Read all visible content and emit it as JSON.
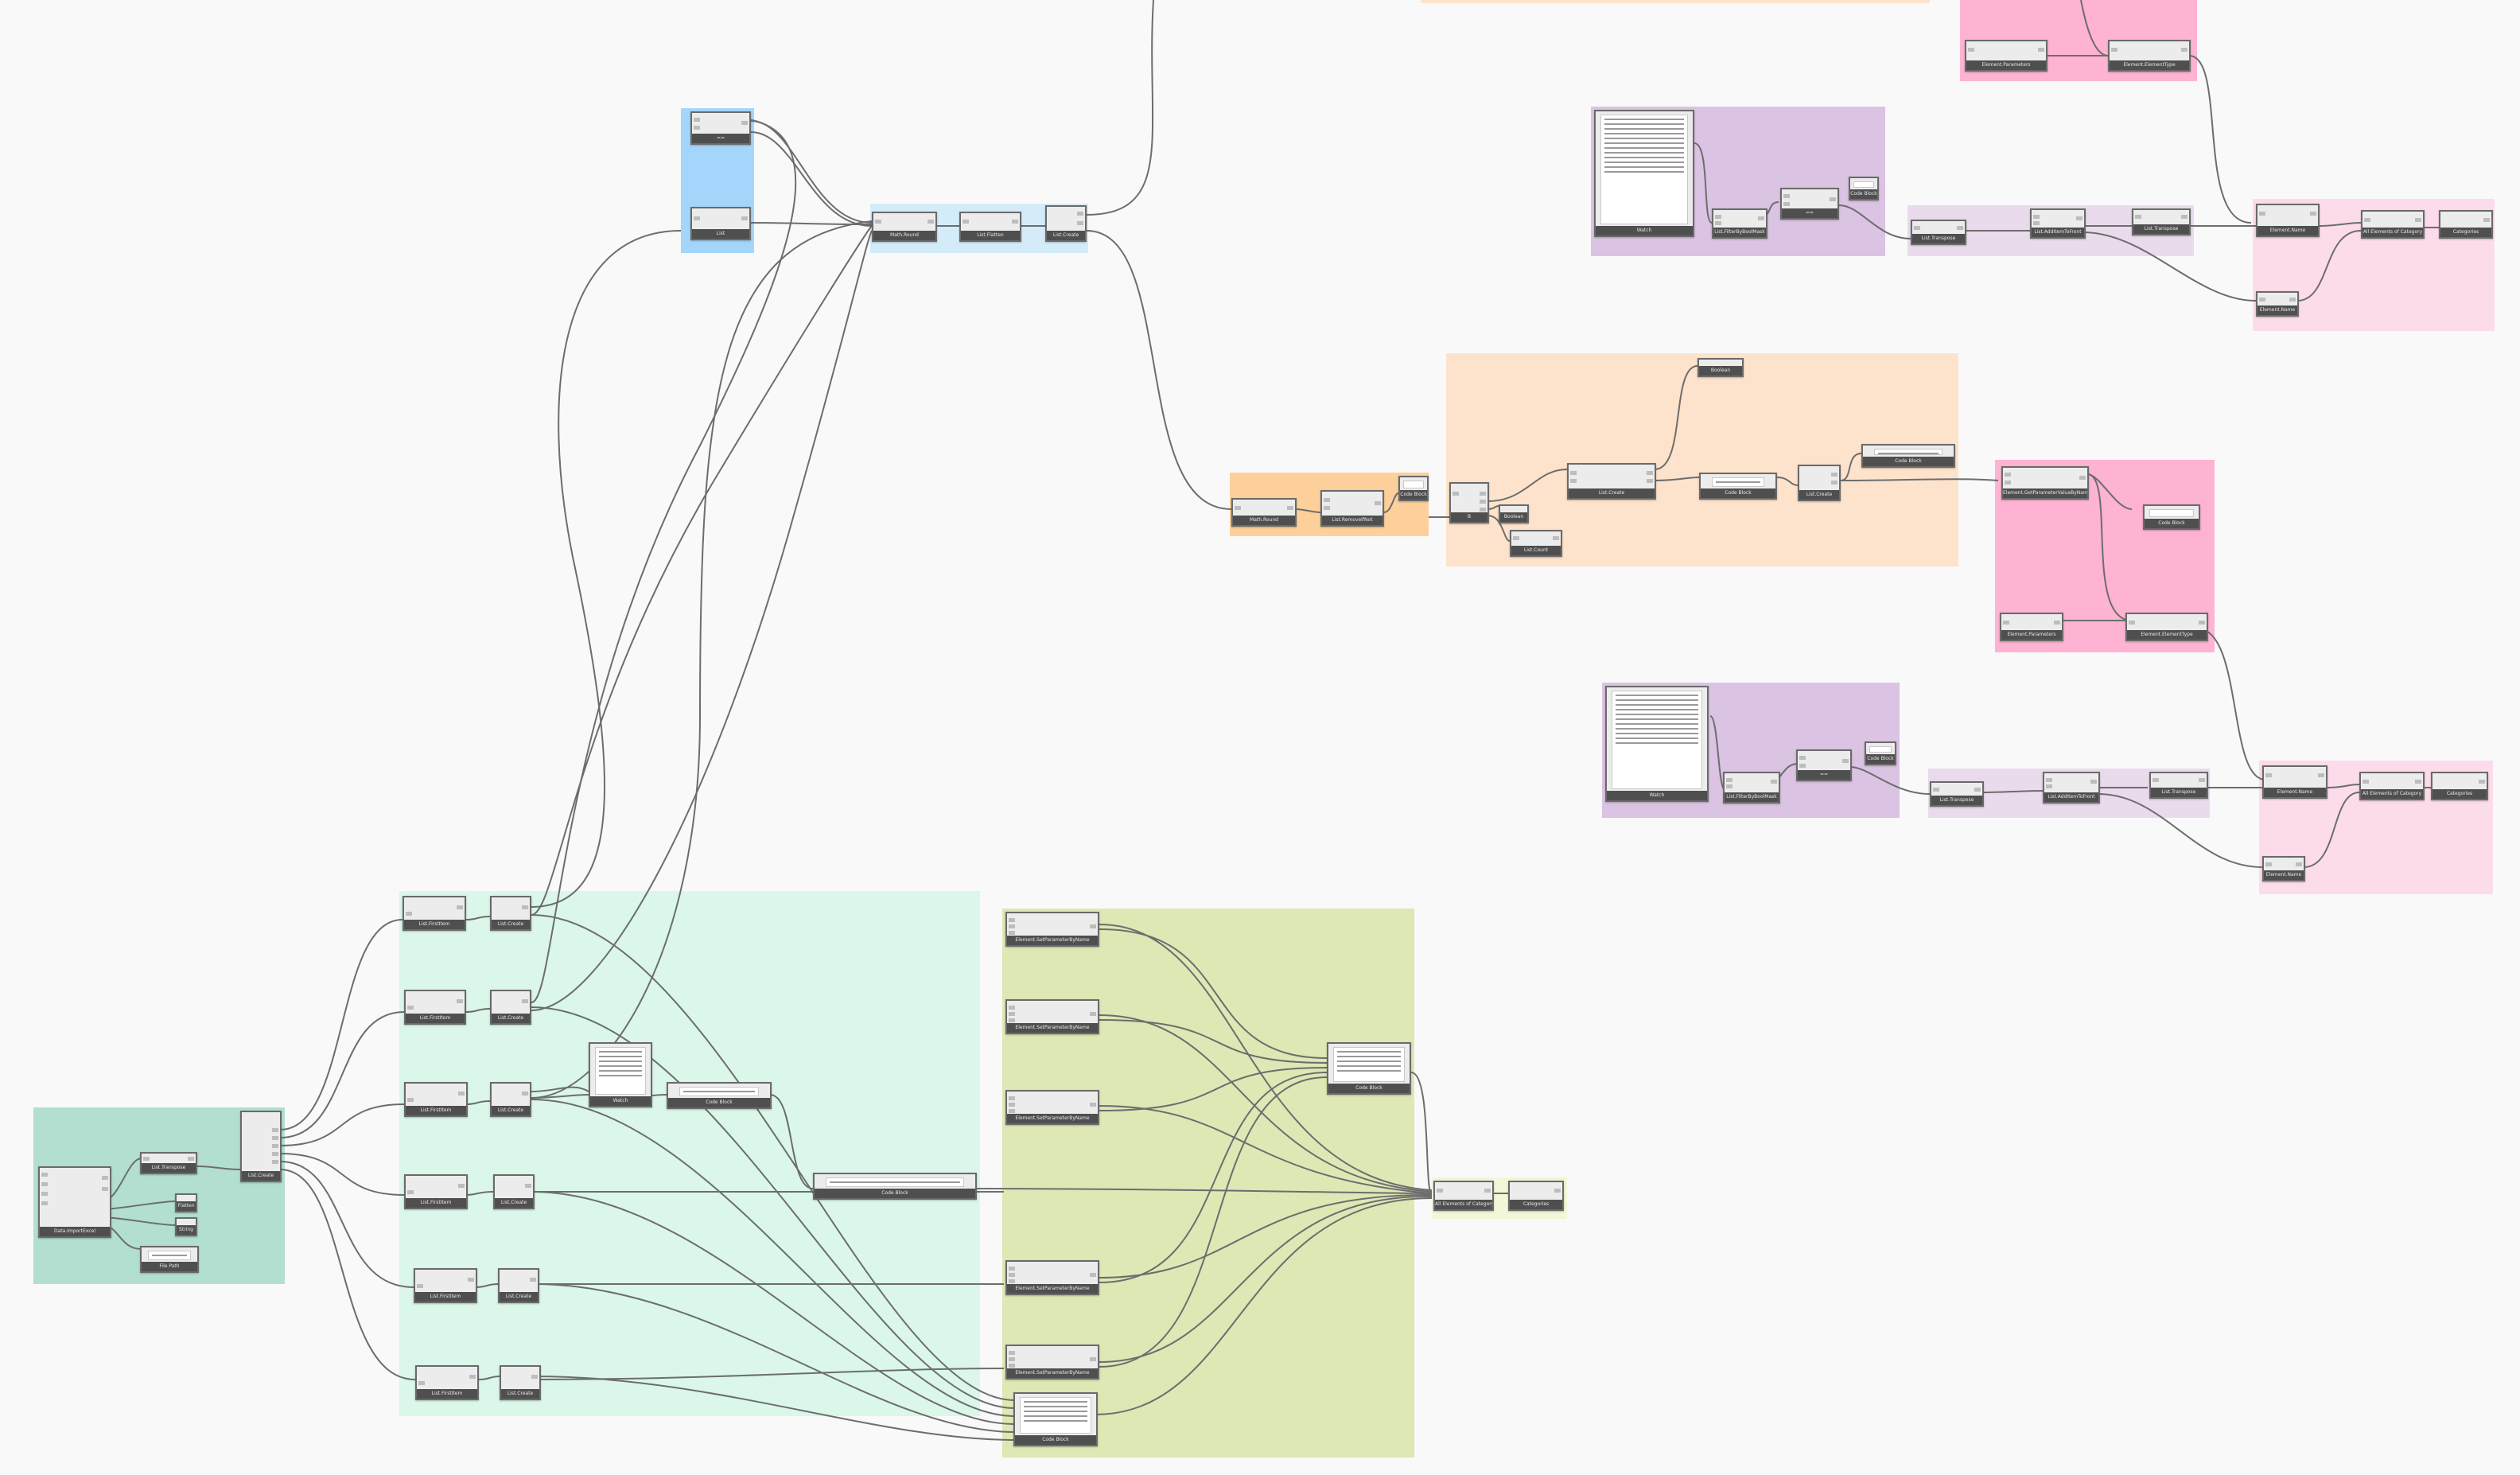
{
  "app": {
    "title": "Dynamo graph"
  },
  "colors": {
    "background": "#f9f9fa",
    "wire": "#6d6d6d",
    "node_title": "#4f4f4f",
    "group_teal": "#b2dfcf",
    "group_mint": "#daf7ea",
    "group_olive": "#dde8b5",
    "group_lightyellow": "#f3f7d8",
    "group_blue": "#a3d6fa",
    "group_lightblue": "#d4ecfa",
    "group_orange": "#fdd09b",
    "group_peach": "#fde3cb",
    "group_pink": "#fdb3d1",
    "group_lightpink": "#fcdcea",
    "group_purple": "#dbc3e3",
    "group_lavender": "#e9dbec"
  },
  "nodes": {
    "n01": {
      "title": "Data.ImportExcel"
    },
    "n02": {
      "title": "List.Transpose"
    },
    "n03": {
      "title": "Flatten"
    },
    "n04": {
      "title": "String"
    },
    "n05": {
      "title": "File Path"
    },
    "n06": {
      "title": "List.Create"
    },
    "n07": {
      "title": "List.FirstItem"
    },
    "n08": {
      "title": "List.Create"
    },
    "n09": {
      "title": "List.FirstItem"
    },
    "n10": {
      "title": "List.Create"
    },
    "n11": {
      "title": "List.FirstItem"
    },
    "n12": {
      "title": "List.Create"
    },
    "n13": {
      "title": "List.FirstItem"
    },
    "n14": {
      "title": "List.Create"
    },
    "n15": {
      "title": "List.FirstItem"
    },
    "n16": {
      "title": "List.Create"
    },
    "n17": {
      "title": "List.FirstItem"
    },
    "n18": {
      "title": "List.Create"
    },
    "n19": {
      "title": "Watch"
    },
    "n20": {
      "title": "Code Block"
    },
    "n21": {
      "title": "Code Block"
    },
    "n22": {
      "title": "Element.SetParameterByName"
    },
    "n23": {
      "title": "Element.SetParameterByName"
    },
    "n24": {
      "title": "Element.SetParameterByName"
    },
    "n25": {
      "title": "Element.SetParameterByName"
    },
    "n26": {
      "title": "Element.SetParameterByName"
    },
    "n27": {
      "title": "Code Block"
    },
    "n28": {
      "title": "Code Block"
    },
    "n29": {
      "title": "All Elements of Category"
    },
    "n30": {
      "title": "Categories"
    },
    "n31": {
      "title": "=="
    },
    "n32": {
      "title": "List"
    },
    "n33": {
      "title": "Math.Round"
    },
    "n34": {
      "title": "List.Flatten"
    },
    "n35": {
      "title": "List.Create"
    },
    "n36": {
      "title": "Math.Round"
    },
    "n37": {
      "title": "List.RemoveIfNot"
    },
    "n38": {
      "title": "Code Block"
    },
    "n39": {
      "title": "B"
    },
    "n40": {
      "title": "Boolean"
    },
    "n41": {
      "title": "List.Count"
    },
    "n42": {
      "title": "List.Create"
    },
    "n43": {
      "title": "Boolean"
    },
    "n44": {
      "title": "Code Block"
    },
    "n45": {
      "title": "List.Create"
    },
    "n46": {
      "title": "Code Block"
    },
    "n47": {
      "title": "Element.GetParameterValueByName"
    },
    "n48": {
      "title": "Code Block"
    },
    "n49": {
      "title": "Element.Parameters"
    },
    "n50": {
      "title": "Element.ElementType"
    },
    "n51": {
      "title": "Watch"
    },
    "n52": {
      "title": "List.FilterByBoolMask"
    },
    "n53": {
      "title": "=="
    },
    "n54": {
      "title": "Code Block"
    },
    "n55": {
      "title": "List.Transpose"
    },
    "n56": {
      "title": "List.AddItemToFront"
    },
    "n57": {
      "title": "List.Transpose"
    },
    "n58": {
      "title": "Element.Parameters"
    },
    "n59": {
      "title": "Element.ElementType"
    },
    "n60": {
      "title": "Element.Name"
    },
    "n61": {
      "title": "Element.Name"
    },
    "n62": {
      "title": "All Elements of Category"
    },
    "n63": {
      "title": "Categories"
    },
    "n64": {
      "title": "Watch"
    },
    "n65": {
      "title": "List.FilterByBoolMask"
    },
    "n66": {
      "title": "=="
    },
    "n67": {
      "title": "Code Block"
    },
    "n68": {
      "title": "List.Transpose"
    },
    "n69": {
      "title": "List.AddItemToFront"
    },
    "n70": {
      "title": "List.Transpose"
    },
    "n71": {
      "title": "Element.Name"
    },
    "n72": {
      "title": "Element.Name"
    },
    "n73": {
      "title": "All Elements of Category"
    },
    "n74": {
      "title": "Categories"
    }
  }
}
